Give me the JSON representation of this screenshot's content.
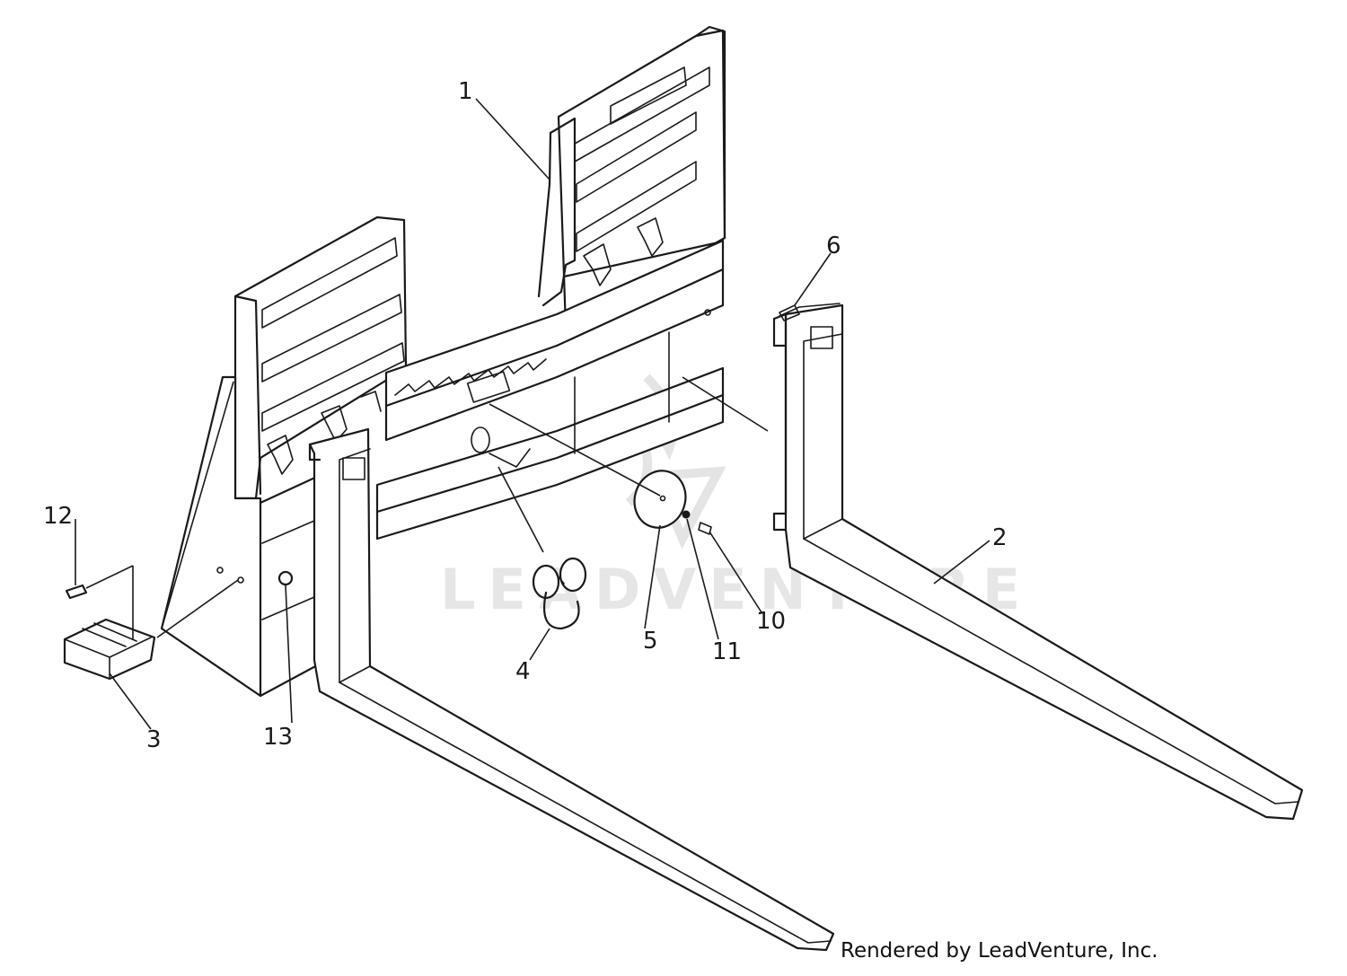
{
  "diagram": {
    "callouts": [
      "1",
      "2",
      "3",
      "4",
      "5",
      "6",
      "10",
      "11",
      "12",
      "13"
    ],
    "watermark": "LEADVENTURE",
    "credit": "Rendered by LeadVenture, Inc."
  }
}
